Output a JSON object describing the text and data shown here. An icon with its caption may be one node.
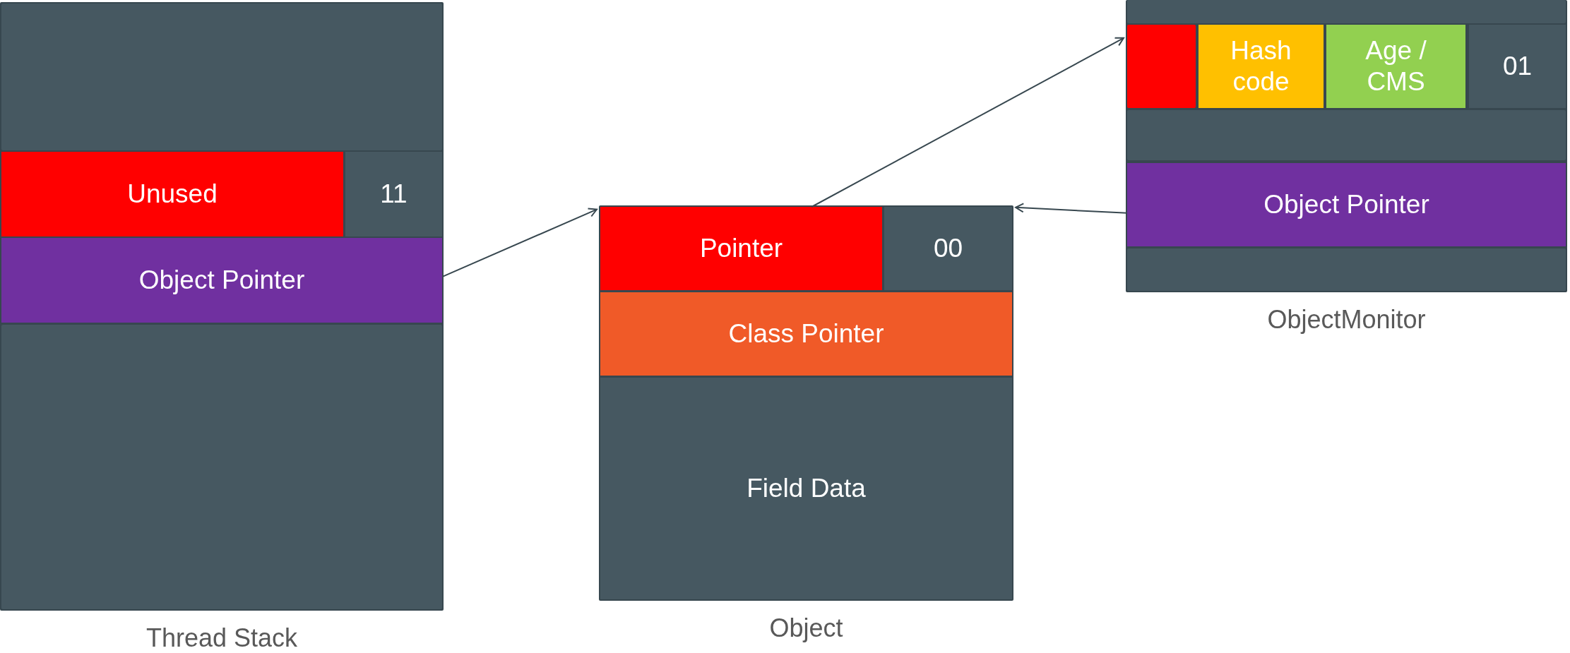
{
  "diagram": {
    "nodes": [
      {
        "text": [
          "Thread Stack"
        ]
      },
      {
        "text": [],
        "shape": "box",
        "in": 0
      },
      {
        "text": [
          "Unused"
        ],
        "in": 0
      },
      {
        "text": [
          "11"
        ],
        "in": 0
      },
      {
        "text": [
          "Object Pointer"
        ],
        "in": 0
      },
      {
        "text": [],
        "shape": "box",
        "in": 0
      },
      {
        "text": [
          "Object"
        ]
      },
      {
        "text": [
          "Pointer"
        ],
        "in": 6
      },
      {
        "text": [
          "00"
        ],
        "in": 6
      },
      {
        "text": [
          "Class Pointer"
        ],
        "in": 6
      },
      {
        "text": [
          "Field Data"
        ],
        "in": 6
      },
      {
        "text": [
          "ObjectMonitor"
        ]
      },
      {
        "text": [],
        "shape": "box",
        "in": 11
      },
      {
        "text": [],
        "shape": "box",
        "in": 11
      },
      {
        "text": [
          "Hash code"
        ],
        "in": 11
      },
      {
        "text": [
          "Age / CMS"
        ],
        "in": 11
      },
      {
        "text": [
          "01"
        ],
        "in": 11
      },
      {
        "text": [],
        "shape": "box",
        "in": 11
      },
      {
        "text": [
          "Object Pointer"
        ],
        "in": 11
      },
      {
        "text": [],
        "shape": "box",
        "in": 11
      }
    ],
    "edges": [
      {
        "from": 4,
        "to": 6,
        "arrow": "to"
      },
      {
        "from": 7,
        "to": 11,
        "arrow": "to"
      },
      {
        "from": 18,
        "to": 6,
        "arrow": "to"
      }
    ]
  }
}
